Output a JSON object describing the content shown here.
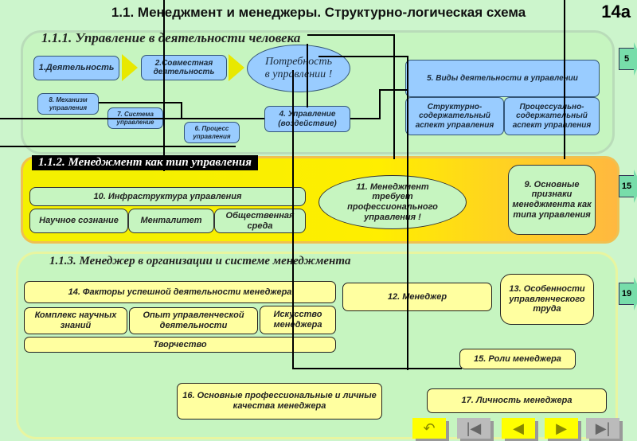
{
  "title": "1.1. Менеджмент и менеджеры. Структурно-логическая схема",
  "slide_number": "14а",
  "section1": {
    "heading": "1.1.1. Управление в деятельности человека",
    "box1": "1.Деятельность",
    "box2": "2.Совместная деятельность",
    "need": "Потребность в управлении !",
    "box4": "4. Управление (воздействие)",
    "box5": "5. Виды деятельности в управлении",
    "struct": "Структурно-содержательный аспект управления",
    "process": "Процессуально-содержательный аспект управления",
    "box6": "6. Процесс управления",
    "box7": "7. Система управление",
    "box8": "8. Механизм управления",
    "link": "5"
  },
  "section2": {
    "heading": "1.1.2. Менеджмент как тип управления",
    "box10": "10. Инфраструктура управления",
    "sci": "Научное сознание",
    "ment": "Менталитет",
    "soc": "Общественная среда",
    "box11": "11. Менеджмент требует профессионального управления !",
    "box9": "9. Основные признаки менеджмента как типа управления",
    "link": "15"
  },
  "section3": {
    "heading": "1.1.3. Менеджер в организации и системе менеджмента",
    "box14": "14. Факторы успешной деятельности менеджера",
    "k1": "Комплекс научных знаний",
    "k2": "Опыт управленческой деятельности",
    "k3": "Искусство менеджера",
    "k4": "Творчество",
    "box12": "12. Менеджер",
    "box13": "13. Особенности управленческого труда",
    "box15": "15. Роли менеджера",
    "box16": "16. Основные профессиональные и личные качества менеджера",
    "box17": "17. Личность менеджера",
    "link": "19"
  },
  "nav": {
    "return": "↶",
    "first": "|◀",
    "prev": "◀",
    "next": "▶",
    "last": "▶|"
  }
}
